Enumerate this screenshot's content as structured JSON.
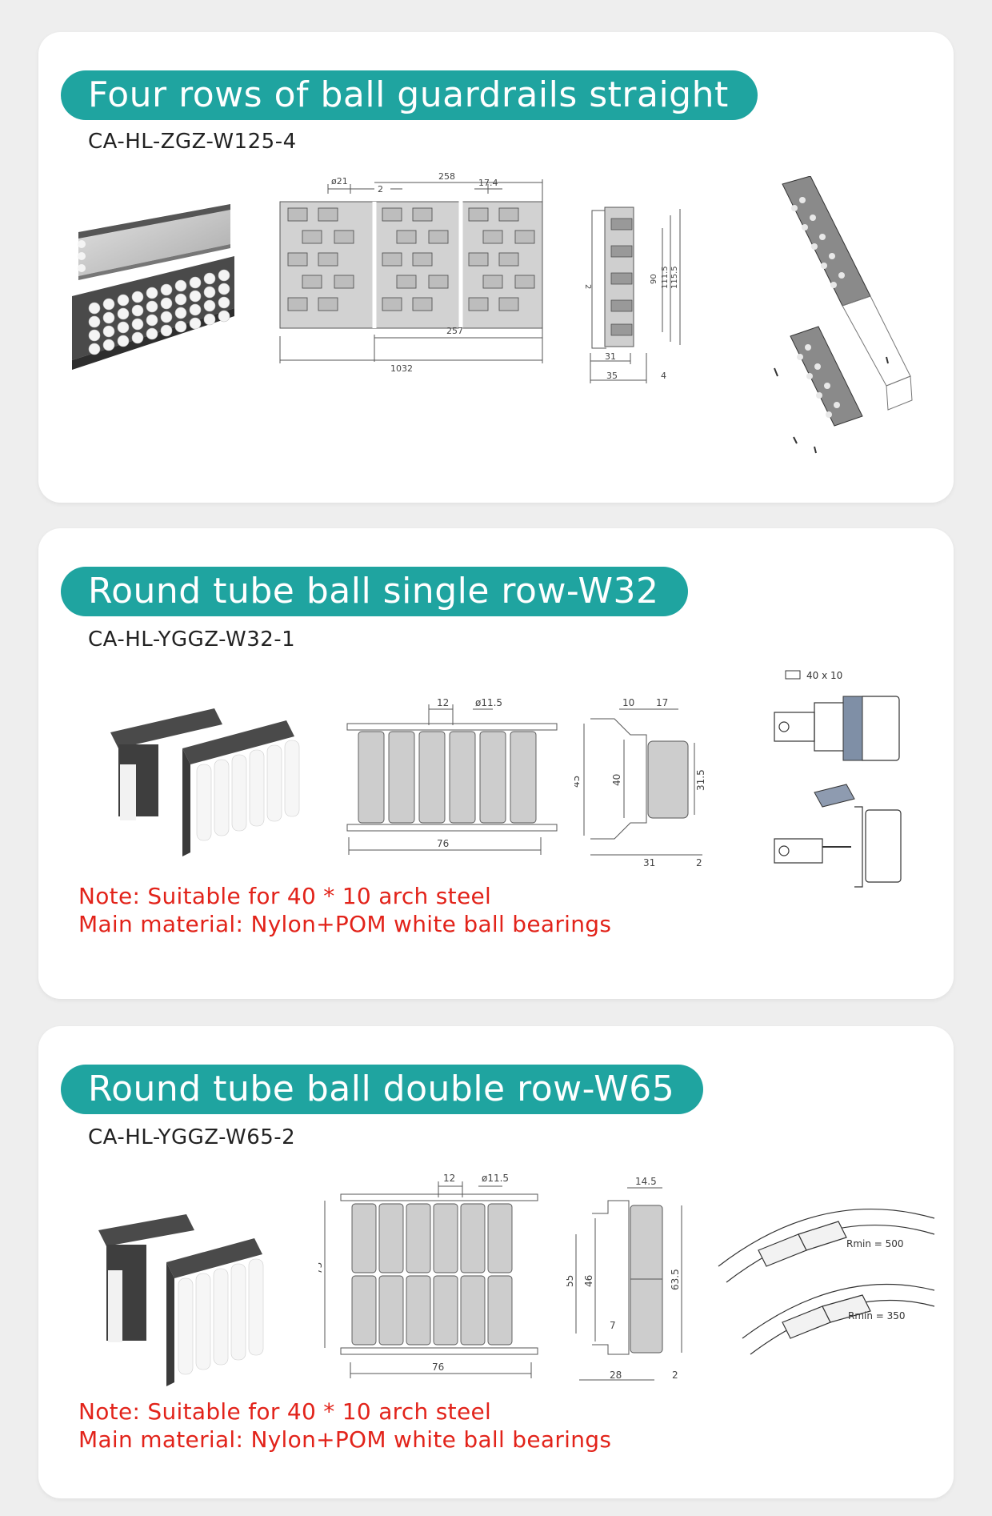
{
  "sections": [
    {
      "title": "Four rows of ball guardrails straight",
      "code": "CA-HL-ZGZ-W125-4",
      "dims": {
        "d21": "ø21",
        "gap2": "2",
        "w258": "258",
        "p174": "17.4",
        "w257": "257",
        "w1032": "1032",
        "h2": "2",
        "h90": "90",
        "h1115": "111.5",
        "h1155": "115.5",
        "w31": "31",
        "w35": "35",
        "w4": "4"
      }
    },
    {
      "title": "Round tube ball single row-W32",
      "code": "CA-HL-YGGZ-W32-1",
      "dims": {
        "p12": "12",
        "d115": "ø11.5",
        "w76": "76",
        "t10": "10",
        "t17": "17",
        "h45": "45",
        "h40": "40",
        "h315": "31.5",
        "w31": "31",
        "w2": "2",
        "steel": "40 x 10"
      },
      "notes": [
        "Note: Suitable for 40 * 10 arch steel",
        "Main material: Nylon+POM white ball bearings"
      ]
    },
    {
      "title": "Round tube ball double row-W65",
      "code": "CA-HL-YGGZ-W65-2",
      "dims": {
        "p12": "12",
        "d115": "ø11.5",
        "h75": "75",
        "w76": "76",
        "t145": "14.5",
        "h55": "55",
        "h46": "46",
        "h7": "7",
        "h635": "63.5",
        "w28": "28",
        "w2": "2",
        "r500": "Rmin = 500",
        "r350": "Rmin = 350"
      },
      "notes": [
        "Note: Suitable for 40 * 10 arch steel",
        "Main material: Nylon+POM white ball bearings"
      ]
    }
  ],
  "colors": {
    "accent": "#1fa4a0",
    "note": "#e2231a",
    "drawing": "#555555",
    "fill": "#cfcfcf"
  }
}
